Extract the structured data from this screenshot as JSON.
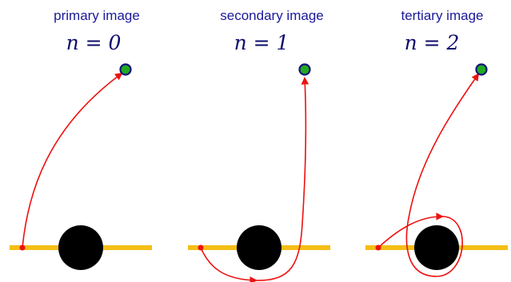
{
  "colors": {
    "title": "#1a1a9a",
    "label": "#0d0d6b",
    "ray": "#ee1111",
    "disk": "#f5be16",
    "hole": "#000000",
    "observer_fill": "#22aa22",
    "observer_stroke": "#14147a",
    "source": "#ee1111"
  },
  "panels": [
    {
      "title": "primary image",
      "n_text": "n = 0",
      "order": 0
    },
    {
      "title": "secondary image",
      "n_text": "n = 1",
      "order": 1
    },
    {
      "title": "tertiary image",
      "n_text": "n = 2",
      "order": 2
    }
  ]
}
